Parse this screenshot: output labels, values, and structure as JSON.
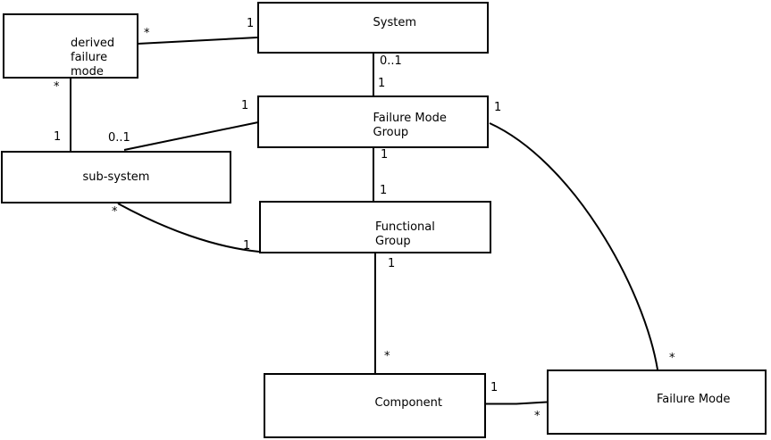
{
  "diagram": {
    "background_color": "#ffffff",
    "line_color": "#000000",
    "nodes": {
      "derived_failure_mode": {
        "label": "derived\nfailure\nmode"
      },
      "system": {
        "label": "System"
      },
      "failure_mode_group": {
        "label": "Failure Mode\nGroup"
      },
      "sub_system": {
        "label": "sub-system"
      },
      "functional_group": {
        "label": "Functional\nGroup"
      },
      "component": {
        "label": "Component"
      },
      "failure_mode": {
        "label": "Failure Mode"
      }
    },
    "edges": {
      "system_to_derived_failure_mode": {
        "system_end": "1",
        "derived_failure_mode_end": "*"
      },
      "system_to_failure_mode_group": {
        "system_end": "0..1",
        "failure_mode_group_end": "1"
      },
      "derived_failure_mode_to_sub_system": {
        "derived_failure_mode_end": "*",
        "sub_system_end": "1"
      },
      "sub_system_to_failure_mode_group": {
        "sub_system_end": "0..1",
        "failure_mode_group_end": "1"
      },
      "failure_mode_group_to_functional_group": {
        "failure_mode_group_end": "1",
        "functional_group_end": "1"
      },
      "sub_system_to_functional_group": {
        "sub_system_end": "*",
        "functional_group_end": "1"
      },
      "functional_group_to_component": {
        "functional_group_end": "1",
        "component_end": "*"
      },
      "component_to_failure_mode": {
        "component_end": "1",
        "failure_mode_end": "*"
      },
      "failure_mode_group_to_failure_mode": {
        "failure_mode_group_end": "1",
        "failure_mode_end": "*"
      }
    }
  }
}
